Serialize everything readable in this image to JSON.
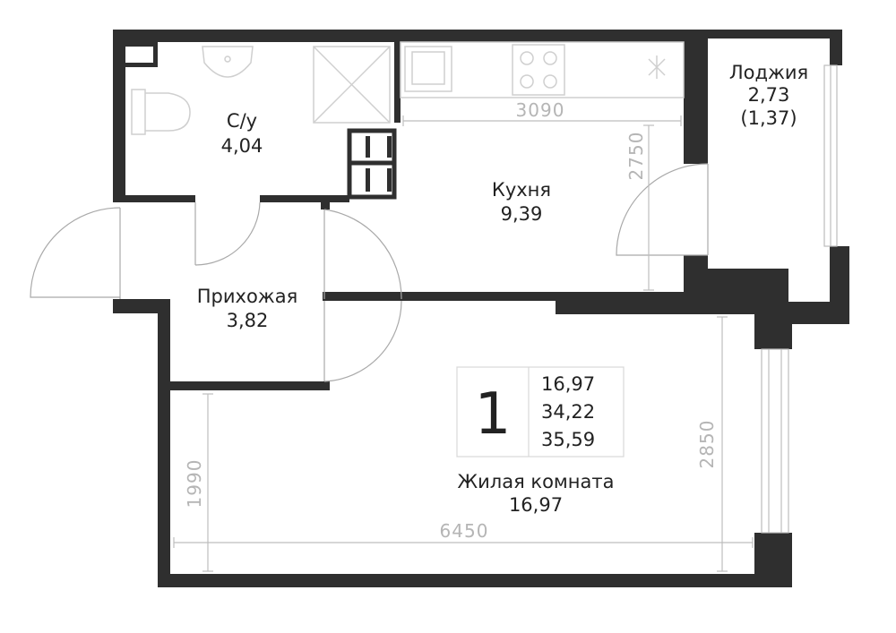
{
  "rooms": {
    "bathroom": {
      "name": "С/у",
      "area": "4,04"
    },
    "kitchen": {
      "name": "Кухня",
      "area": "9,39"
    },
    "loggia": {
      "name": "Лоджия",
      "area": "2,73",
      "area_reduced": "(1,37)"
    },
    "hallway": {
      "name": "Прихожая",
      "area": "3,82"
    },
    "living": {
      "name": "Жилая комната",
      "area": "16,97"
    }
  },
  "summary": {
    "room_count": "1",
    "living_area": "16,97",
    "total_area": "34,22",
    "total_with_loggia": "35,59"
  },
  "dimensions": {
    "kitchen_width": "3090",
    "kitchen_depth": "2750",
    "living_depth": "2850",
    "living_width": "6450",
    "hall_offset": "1990"
  },
  "colors": {
    "wall": "#2f2f2f",
    "dimension": "#bdbdbd",
    "text": "#222222"
  }
}
